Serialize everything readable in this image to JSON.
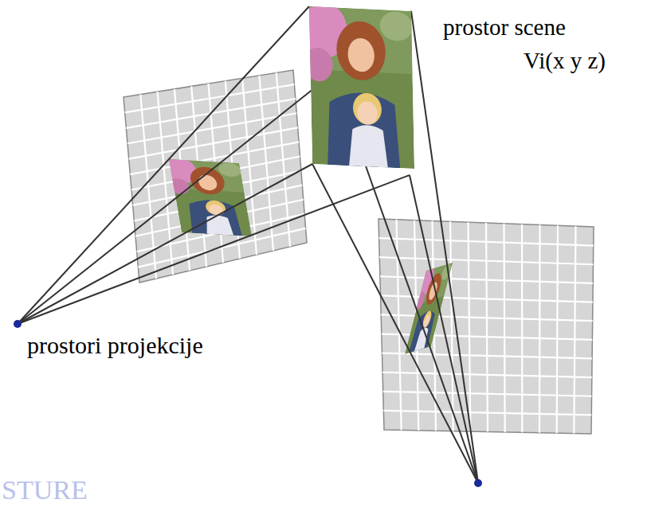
{
  "diagram": {
    "labels": [
      "prostor scene",
      "Vi(x y z)",
      "prostori projekcije",
      "STURE"
    ]
  }
}
